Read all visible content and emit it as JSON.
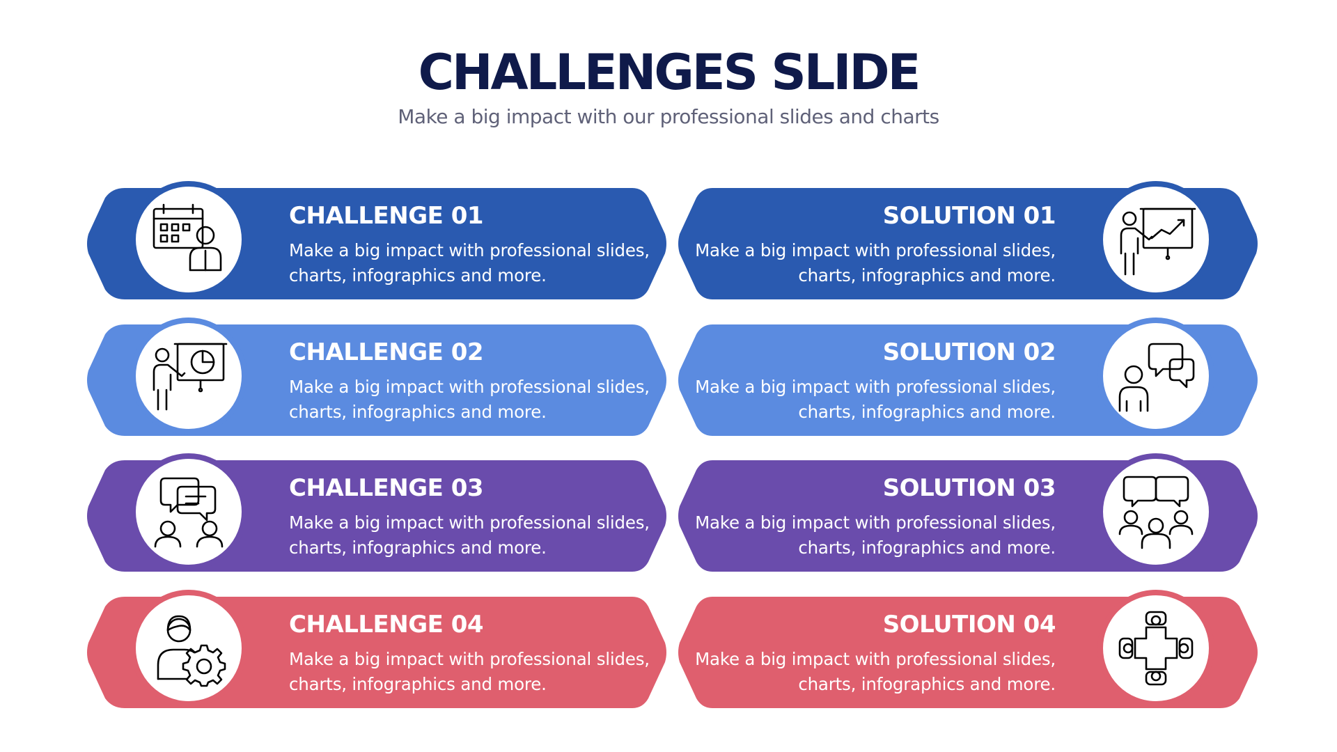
{
  "title": "CHALLENGES SLIDE",
  "subtitle": "Make a big impact with our professional slides and charts",
  "challenges": [
    {
      "heading": "CHALLENGE 01",
      "body": "Make a big impact with professional slides, charts, infographics and more.",
      "color": "#2a5ab0",
      "icon": "calendar-person-icon"
    },
    {
      "heading": "CHALLENGE 02",
      "body": "Make a big impact with professional slides, charts, infographics and more.",
      "color": "#5b8be0",
      "icon": "presenter-pie-chart-icon"
    },
    {
      "heading": "CHALLENGE 03",
      "body": "Make a big impact with professional slides, charts, infographics and more.",
      "color": "#6a4cac",
      "icon": "people-chat-icon"
    },
    {
      "heading": "CHALLENGE 04",
      "body": "Make a big impact with professional slides, charts, infographics and more.",
      "color": "#df5f6e",
      "icon": "person-gear-icon"
    }
  ],
  "solutions": [
    {
      "heading": "SOLUTION 01",
      "body": "Make a big impact with professional slides, charts, infographics and more.",
      "color": "#2a5ab0",
      "icon": "presenter-growth-chart-icon"
    },
    {
      "heading": "SOLUTION 02",
      "body": "Make a big impact with professional slides, charts, infographics and more.",
      "color": "#5b8be0",
      "icon": "person-speech-bubbles-icon"
    },
    {
      "heading": "SOLUTION 03",
      "body": "Make a big impact with professional slides, charts, infographics and more.",
      "color": "#6a4cac",
      "icon": "team-discussion-icon"
    },
    {
      "heading": "SOLUTION 04",
      "body": "Make a big impact with professional slides, charts, infographics and more.",
      "color": "#df5f6e",
      "icon": "meeting-table-icon"
    }
  ]
}
